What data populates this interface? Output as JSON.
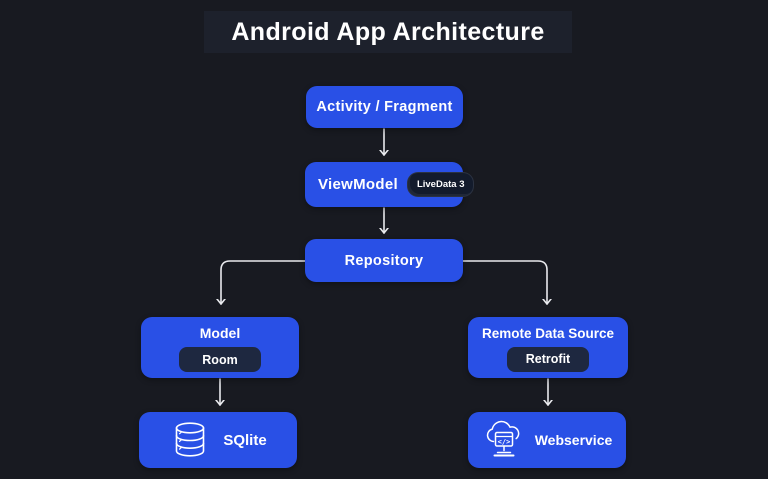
{
  "title": "Android App Architecture",
  "colors": {
    "background": "#181a21",
    "node_blue": "#2950e6",
    "badge_dark": "#1e2840",
    "badge_darker": "#131b2c",
    "title_bg": "#1d212c",
    "connector": "#e9eaee",
    "text_white": "#ffffff"
  },
  "nodes": {
    "activity": {
      "label": "Activity / Fragment"
    },
    "viewmodel": {
      "label": "ViewModel",
      "badge": "LiveData 3"
    },
    "repository": {
      "label": "Repository"
    },
    "model": {
      "label": "Model",
      "badge": "Room"
    },
    "remote": {
      "label": "Remote Data Source",
      "badge": "Retrofit"
    },
    "sqlite": {
      "label": "SQlite",
      "icon": "database-icon"
    },
    "webservice": {
      "label": "Webservice",
      "icon": "cloud-code-icon"
    }
  }
}
